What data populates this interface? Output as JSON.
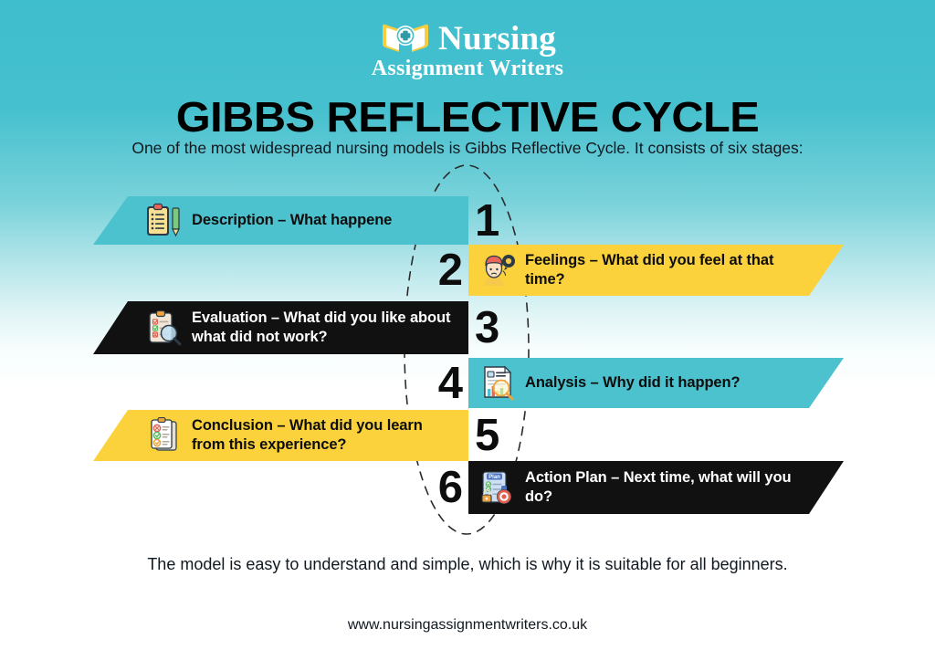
{
  "logo": {
    "icon": "open-book-medical-cross-icon",
    "line1": "Nursing",
    "line2": "Assignment Writers"
  },
  "header": {
    "title": "GIBBS REFLECTIVE CYCLE",
    "subtitle": "One of the most widespread nursing models is Gibbs Reflective Cycle. It consists of six stages:"
  },
  "colors": {
    "teal": "#4bc2ce",
    "yellow": "#fbd23c",
    "black": "#111111",
    "background_top": "#3fbecd",
    "background_bottom": "#ffffff"
  },
  "stages": [
    {
      "number": "1",
      "side": "left",
      "color": "teal",
      "text_color": "dark",
      "icon": "clipboard-pencil-icon",
      "label": "Description – What happene"
    },
    {
      "number": "2",
      "side": "right",
      "color": "yellow",
      "text_color": "dark",
      "icon": "person-speech-bubble-icon",
      "label": "Feelings – What did you feel at that time?"
    },
    {
      "number": "3",
      "side": "left",
      "color": "black",
      "text_color": "light",
      "icon": "clipboard-magnifier-icon",
      "label": "Evaluation – What did you like about what did not work?"
    },
    {
      "number": "4",
      "side": "right",
      "color": "teal",
      "text_color": "dark",
      "icon": "report-chart-magnifier-icon",
      "label": "Analysis – Why did it happen?"
    },
    {
      "number": "5",
      "side": "left",
      "color": "yellow",
      "text_color": "dark",
      "icon": "checklist-icon",
      "label": "Conclusion – What did you learn from this experience?"
    },
    {
      "number": "6",
      "side": "right",
      "color": "black",
      "text_color": "light",
      "icon": "plan-target-icon",
      "label": "Action Plan – Next time, what will you do?"
    }
  ],
  "footer": {
    "note": "The model is easy to understand and simple, which is why it is suitable for all beginners.",
    "url": "www.nursingassignmentwriters.co.uk"
  }
}
